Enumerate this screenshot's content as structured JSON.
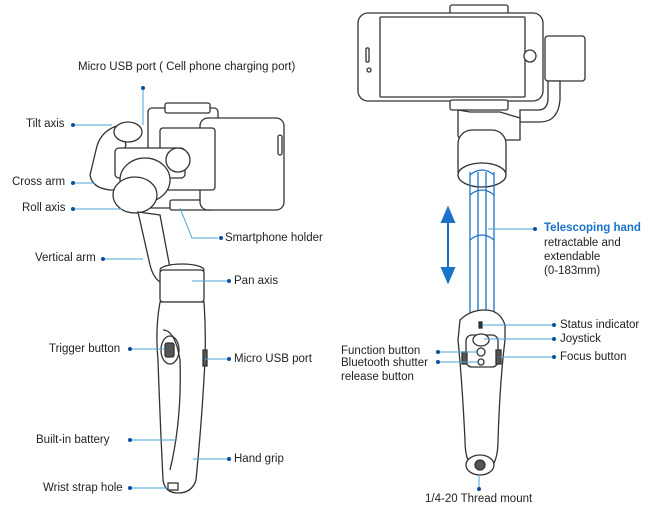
{
  "left_device": {
    "labels": {
      "micro_usb_top": "Micro USB port ( Cell phone charging port)",
      "tilt_axis": "Tilt axis",
      "cross_arm": "Cross arm",
      "roll_axis": "Roll axis",
      "smartphone_holder": "Smartphone holder",
      "vertical_arm": "Vertical arm",
      "pan_axis": "Pan axis",
      "trigger_button": "Trigger button",
      "micro_usb_side": "Micro USB port",
      "built_in_battery": "Built-in battery",
      "hand_grip": "Hand grip",
      "wrist_strap_hole": "Wrist strap hole"
    }
  },
  "right_device": {
    "labels": {
      "telescoping_title": "Telescoping hand",
      "telescoping_line1": "retractable and",
      "telescoping_line2": "extendable",
      "telescoping_line3": "(0-183mm)",
      "status_indicator": "Status indicator",
      "joystick": "Joystick",
      "function_button": "Function button",
      "focus_button": "Focus button",
      "bluetooth_line1": "Bluetooth shutter",
      "bluetooth_line2": "release button",
      "thread_mount": "1/4-20 Thread mount"
    }
  },
  "colors": {
    "leader_line": "#4aa3d8",
    "dot": "#0b4f9c",
    "accent": "#1a73c8",
    "outline": "#333333"
  }
}
